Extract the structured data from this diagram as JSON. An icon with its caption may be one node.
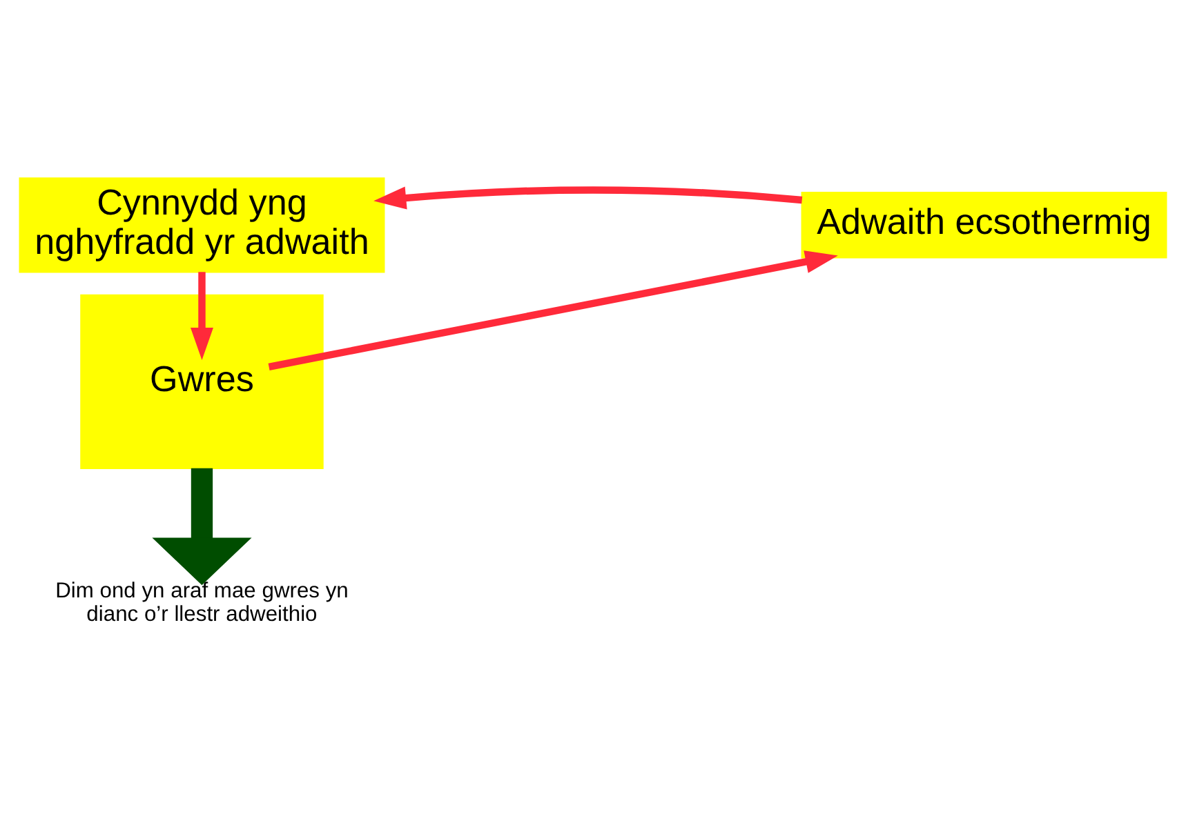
{
  "diagram": {
    "nodes": [
      {
        "text": [],
        "shape": "box"
      },
      {
        "text": [
          "Cynnydd yng nghyfradd yr adwaith"
        ]
      },
      {
        "text": [
          "Adwaith ecsothermig"
        ]
      },
      {
        "text": [
          "Gwres"
        ],
        "in": 0
      },
      {
        "text": [
          "Dim ond yn araf mae gwres yn dianc o’r llestr adweithio"
        ]
      }
    ],
    "edges": [
      {
        "from": 2,
        "to": 1,
        "arrow": "to"
      },
      {
        "from": 1,
        "to": 3,
        "arrow": "to"
      },
      {
        "from": 3,
        "to": 2,
        "arrow": "to"
      },
      {
        "from": 0,
        "to": 4,
        "arrow": "to",
        "style": "thick",
        "color": "#004d00"
      }
    ]
  }
}
